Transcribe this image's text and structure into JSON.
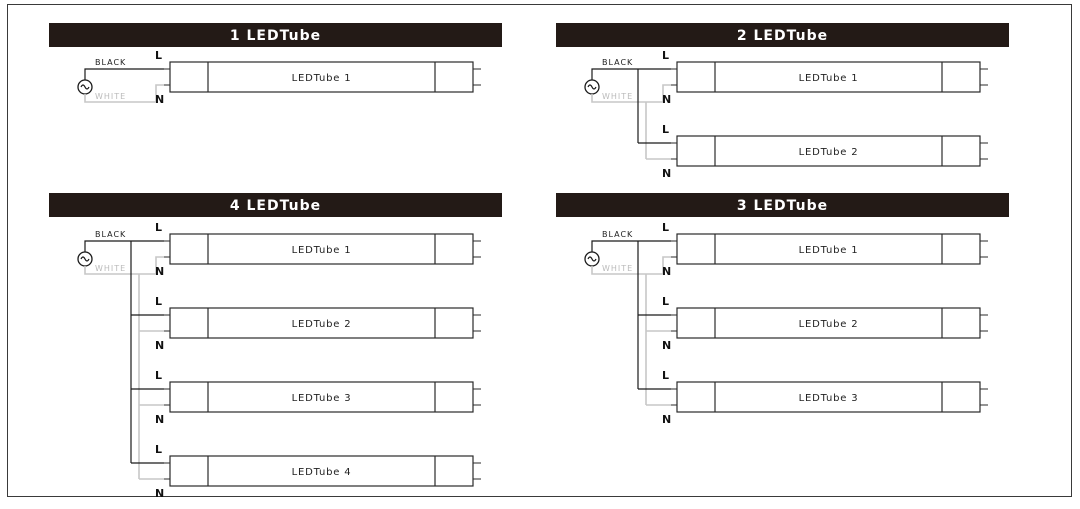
{
  "labels": {
    "black": "BLACK",
    "white": "WHITE",
    "line": "L",
    "neutral": "N"
  },
  "panels": [
    {
      "id": "p1",
      "title": "1 LEDTube",
      "tubes": [
        "LEDTube 1"
      ]
    },
    {
      "id": "p2",
      "title": "2 LEDTube",
      "tubes": [
        "LEDTube 1",
        "LEDTube 2"
      ]
    },
    {
      "id": "p4",
      "title": "4 LEDTube",
      "tubes": [
        "LEDTube 1",
        "LEDTube 2",
        "LEDTube 3",
        "LEDTube 4"
      ]
    },
    {
      "id": "p3",
      "title": "3 LEDTube",
      "tubes": [
        "LEDTube 1",
        "LEDTube 2",
        "LEDTube 3"
      ]
    }
  ],
  "colors": {
    "header": "#231a16",
    "black_wire": "#1a1a1a",
    "white_wire": "#c7c7c7"
  }
}
